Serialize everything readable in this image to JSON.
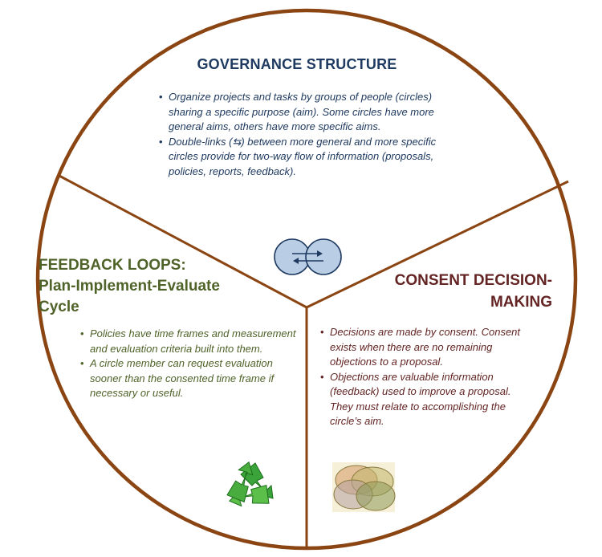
{
  "governance": {
    "heading": "GOVERNANCE STRUCTURE",
    "bullets": [
      "Organize projects and tasks by groups of people (circles) sharing a specific purpose (aim). Some circles have more general aims, others have more specific aims.",
      "Double-links (⇆) between more general and more specific circles provide for two-way flow of information (proposals, policies, reports, feedback)."
    ]
  },
  "feedback": {
    "heading_line1": "FEEDBACK LOOPS:",
    "heading_line2": "Plan-Implement-Evaluate",
    "heading_line3": "Cycle",
    "bullets": [
      "Policies have time frames and measurement and evaluation criteria built into them.",
      "A circle member can request evaluation sooner than the consented time frame if necessary or useful."
    ]
  },
  "consent": {
    "heading_line1": "CONSENT DECISION-",
    "heading_line2": "MAKING",
    "bullets": [
      "Decisions are made by consent. Consent exists when there are no remaining objections to a proposal.",
      "Objections are valuable information (feedback) used to improve a proposal. They must relate to accomplishing the circle’s aim."
    ]
  },
  "bullet_glyph": "•",
  "icons": {
    "double_link": "double-link-circles-icon",
    "recycle": "recycle-icon",
    "venn": "venn-diagram-icon"
  },
  "colors": {
    "outer_ring": "#8b4513",
    "governance_text": "#1f3a60",
    "feedback_text": "#4f6228",
    "consent_text": "#632423",
    "link_circle_fill": "#b9cde5",
    "link_circle_stroke": "#1f3a60",
    "recycle_green": "#3aa43a"
  }
}
